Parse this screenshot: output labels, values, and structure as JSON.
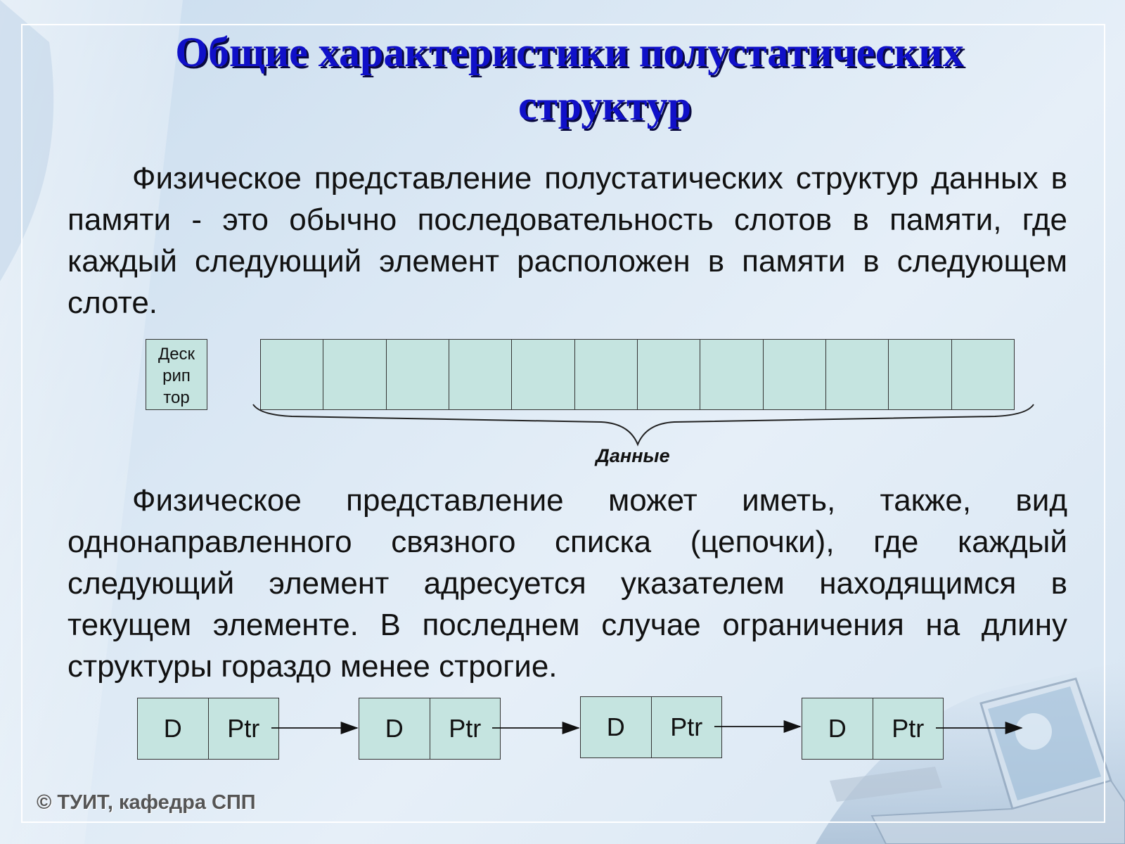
{
  "slide": {
    "title_line1": "Общие характеристики полустатических",
    "title_line2": "структур",
    "paragraph1": "Физическое представление полустатических структур данных в памяти - это обычно последовательность слотов в памяти, где каждый следующий элемент расположен в памяти в следующем слоте.",
    "paragraph2": "Физическое представление может иметь, также, вид однонаправленного связного списка (цепочки), где каждый следующий элемент адресуется указателем находящимся в текущем элементе. В последнем случае ограничения на длину структуры гораздо менее строгие.",
    "footer": "© ТУИТ, кафедра СПП"
  },
  "diagram1": {
    "descriptor_lines": [
      "Деск",
      "рип",
      "тор"
    ],
    "slot_count": 12,
    "brace_label": "Данные"
  },
  "diagram2": {
    "nodes": [
      {
        "data": "D",
        "ptr": "Ptr"
      },
      {
        "data": "D",
        "ptr": "Ptr"
      },
      {
        "data": "D",
        "ptr": "Ptr"
      },
      {
        "data": "D",
        "ptr": "Ptr"
      }
    ]
  },
  "colors": {
    "title": "#1010c8",
    "cell_fill": "#c5e4e0",
    "text": "#111111"
  }
}
